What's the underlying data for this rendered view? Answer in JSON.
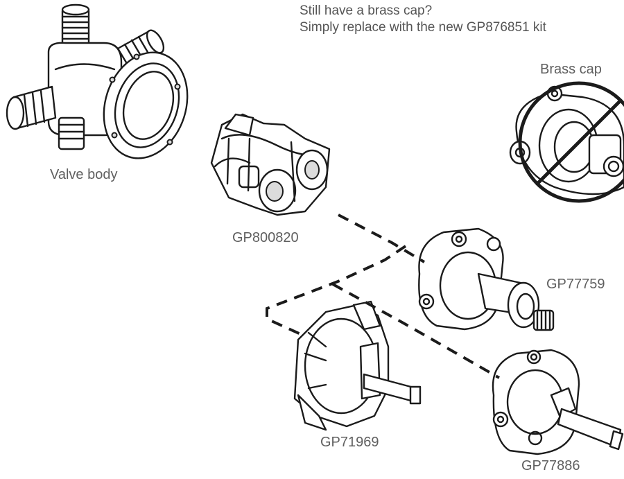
{
  "note": {
    "line1": "Still have a brass cap?",
    "line2": "Simply replace with the new GP876851 kit"
  },
  "labels": {
    "valve_body": "Valve body",
    "brass_cap": "Brass cap",
    "gp800820": "GP800820",
    "gp77759": "GP77759",
    "gp71969": "GP71969",
    "gp77886": "GP77886"
  },
  "colors": {
    "line": "#1b1b1b",
    "label_text": "#5f5f5f",
    "background": "#ffffff"
  }
}
